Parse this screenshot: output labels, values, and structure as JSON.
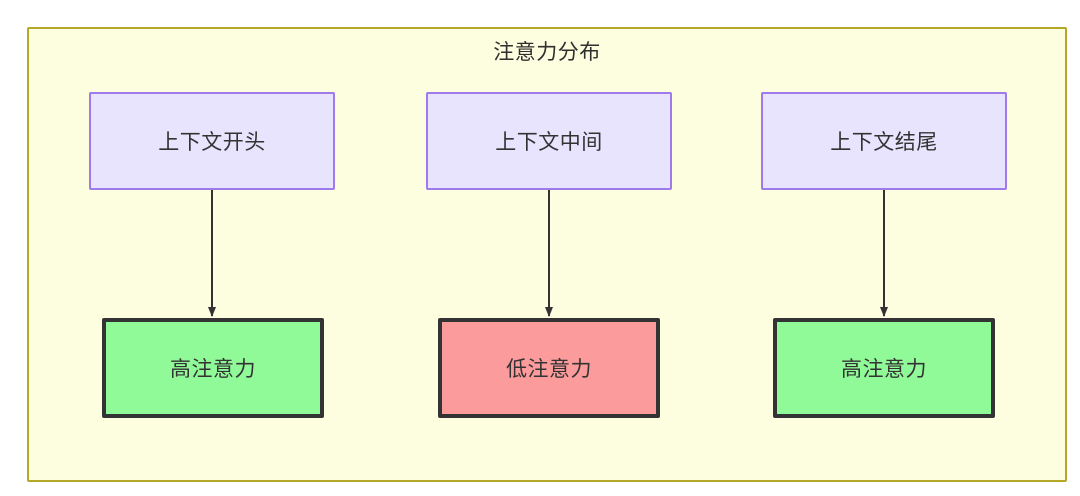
{
  "diagram": {
    "title": "注意力分布",
    "background_color": "#ffffff",
    "container": {
      "fill": "#fdfddf",
      "border_color": "#b5a828"
    },
    "nodes_top": [
      {
        "id": "context-start",
        "label": "上下文开头",
        "fill": "#e8e4fd",
        "border": "#9f7aea"
      },
      {
        "id": "context-middle",
        "label": "上下文中间",
        "fill": "#e8e4fd",
        "border": "#9f7aea"
      },
      {
        "id": "context-end",
        "label": "上下文结尾",
        "fill": "#e8e4fd",
        "border": "#9f7aea"
      }
    ],
    "nodes_bottom": [
      {
        "id": "high-attention-start",
        "label": "高注意力",
        "fill": "#90f998",
        "border": "#333333"
      },
      {
        "id": "low-attention-middle",
        "label": "低注意力",
        "fill": "#fc9b9b",
        "border": "#333333"
      },
      {
        "id": "high-attention-end",
        "label": "高注意力",
        "fill": "#90f998",
        "border": "#333333"
      }
    ],
    "edges": [
      {
        "from": "context-start",
        "to": "high-attention-start",
        "label": ""
      },
      {
        "from": "context-middle",
        "to": "low-attention-middle",
        "label": ""
      },
      {
        "from": "context-end",
        "to": "high-attention-end",
        "label": ""
      }
    ],
    "edge_color": "#333333"
  }
}
